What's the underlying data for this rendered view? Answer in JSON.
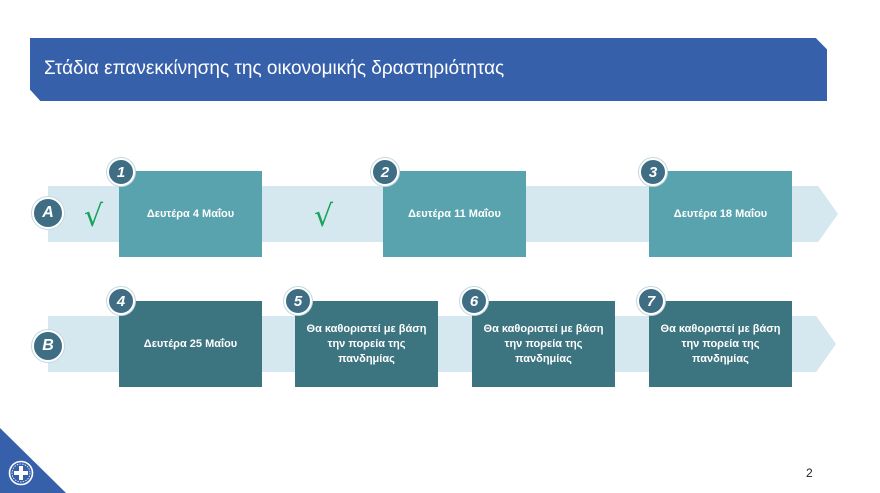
{
  "title": "Στάδια επανεκκίνησης της οικονομικής δραστηριότητας",
  "lanes": [
    {
      "label": "Α"
    },
    {
      "label": "Β"
    }
  ],
  "check_mark": "√",
  "steps": [
    {
      "number": "1",
      "text": "Δευτέρα 4 Μαΐου"
    },
    {
      "number": "2",
      "text": "Δευτέρα 11 Μαΐου"
    },
    {
      "number": "3",
      "text": "Δευτέρα 18 Μαΐου"
    },
    {
      "number": "4",
      "text": "Δευτέρα 25 Μαΐου"
    },
    {
      "number": "5",
      "text": "Θα καθοριστεί με βάση την πορεία της πανδημίας"
    },
    {
      "number": "6",
      "text": "Θα καθοριστεί με βάση την πορεία της πανδημίας"
    },
    {
      "number": "7",
      "text": "Θα καθοριστεί με βάση την πορεία της πανδημίας"
    }
  ],
  "page_number": "2",
  "colors": {
    "banner": "#3760ab",
    "box_light": "#58a3ae",
    "box_dark": "#3c7480",
    "lane": "#d6e8ef",
    "check": "#17a35a"
  },
  "icons": {
    "corner_emblem": "greek-cross-emblem-icon"
  }
}
